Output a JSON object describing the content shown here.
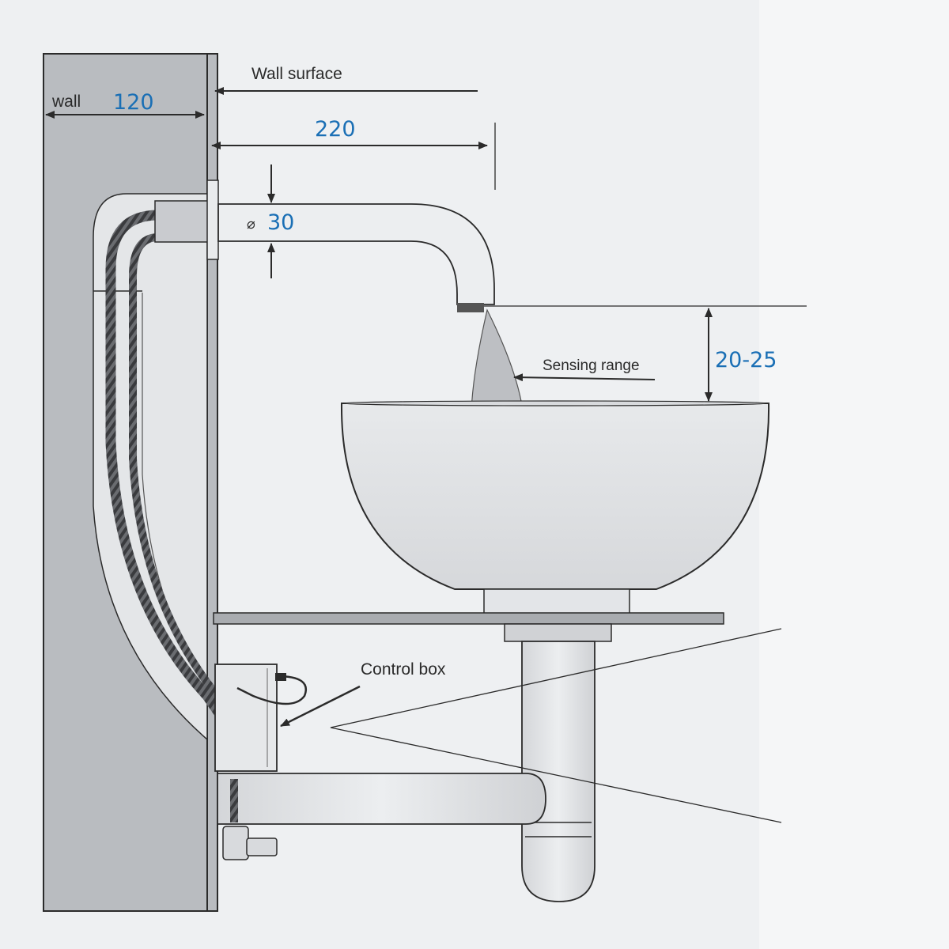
{
  "labels": {
    "wall": "wall",
    "wall_surface": "Wall surface",
    "sensing_range": "Sensing range",
    "control_box": "Control box"
  },
  "dimensions": {
    "wall_thickness": "120",
    "spout_reach": "220",
    "spout_diameter": "30",
    "diameter_symbol": "⌀",
    "sensor_height": "20-25"
  },
  "colors": {
    "dimension_text": "#1a6fb5",
    "line": "#2b2b2b",
    "wall_fill": "#b9bcc0",
    "background": "#eef0f2"
  }
}
